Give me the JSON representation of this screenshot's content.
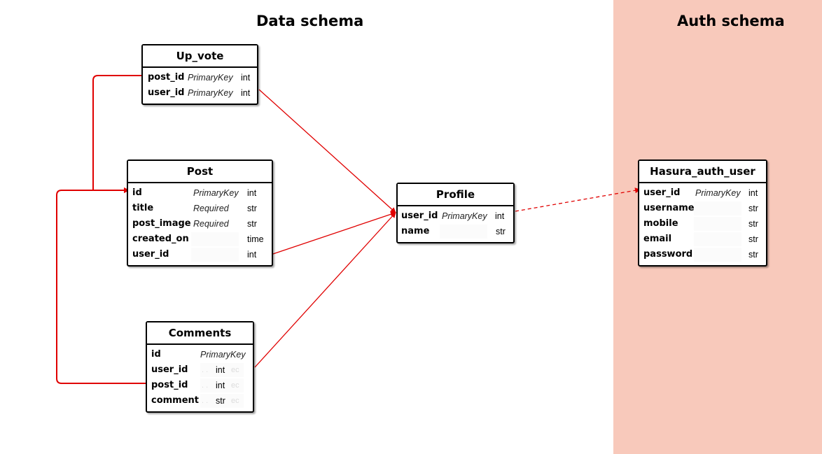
{
  "schemas": {
    "data": "Data schema",
    "auth": "Auth schema"
  },
  "colors": {
    "auth_background": "#f8c9bb",
    "relation_line": "#e00000"
  },
  "entities": {
    "up_vote": {
      "title": "Up_vote",
      "fields": [
        {
          "name": "post_id",
          "key": "PrimaryKey",
          "type": "int"
        },
        {
          "name": "user_id",
          "key": "PrimaryKey",
          "type": "int"
        }
      ]
    },
    "post": {
      "title": "Post",
      "fields": [
        {
          "name": "id",
          "key": "PrimaryKey",
          "type": "int"
        },
        {
          "name": "title",
          "key": "Required",
          "type": "str"
        },
        {
          "name": "post_image",
          "key": "Required",
          "type": "str"
        },
        {
          "name": "created_on",
          "key": "",
          "type": "time"
        },
        {
          "name": "user_id",
          "key": "",
          "type": "int"
        }
      ]
    },
    "comments": {
      "title": "Comments",
      "fields": [
        {
          "name": "id",
          "key": "PrimaryKey",
          "type": ""
        },
        {
          "name": "user_id",
          "key": "",
          "type": "int"
        },
        {
          "name": "post_id",
          "key": "",
          "type": "int"
        },
        {
          "name": "comment",
          "key": "",
          "type": "str"
        }
      ]
    },
    "profile": {
      "title": "Profile",
      "fields": [
        {
          "name": "user_id",
          "key": "PrimaryKey",
          "type": "int"
        },
        {
          "name": "name",
          "key": "",
          "type": "str"
        }
      ]
    },
    "hasura_auth_user": {
      "title": "Hasura_auth_user",
      "fields": [
        {
          "name": "user_id",
          "key": "PrimaryKey",
          "type": "int"
        },
        {
          "name": "username",
          "key": "",
          "type": "str"
        },
        {
          "name": "mobile",
          "key": "",
          "type": "str"
        },
        {
          "name": "email",
          "key": "",
          "type": "str"
        },
        {
          "name": "password",
          "key": "",
          "type": "str"
        }
      ]
    }
  }
}
